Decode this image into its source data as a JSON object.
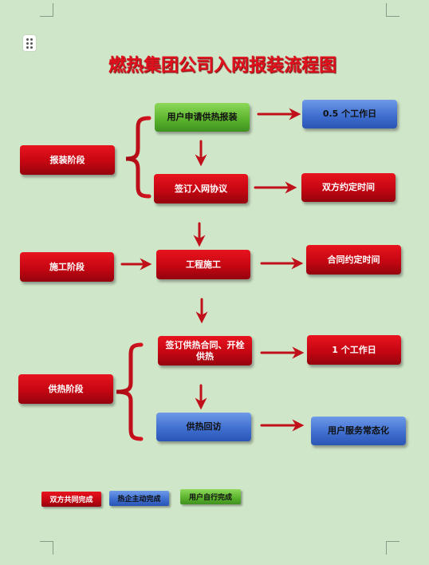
{
  "title": "燃热集团公司入网报装流程图",
  "stages": {
    "install": "报装阶段",
    "construction": "施工阶段",
    "supply": "供热阶段"
  },
  "steps": {
    "apply": "用户申请供热报装",
    "apply_time": "0.5 个工作日",
    "sign_agreement": "签订入网协议",
    "agreed_time": "双方约定时间",
    "construction_work": "工程施工",
    "contract_time": "合同约定时间",
    "sign_contract": "签订供热合同、开栓供热",
    "one_day": "1 个工作日",
    "return_visit": "供热回访",
    "user_service": "用户服务常态化"
  },
  "legend": {
    "joint": "双方共同完成",
    "company": "热企主动完成",
    "user": "用户自行完成"
  },
  "colors": {
    "red": "#c50612",
    "blue": "#3f6fd0",
    "green": "#5db52e",
    "arrow": "#c0101a",
    "title": "#e0111c"
  }
}
